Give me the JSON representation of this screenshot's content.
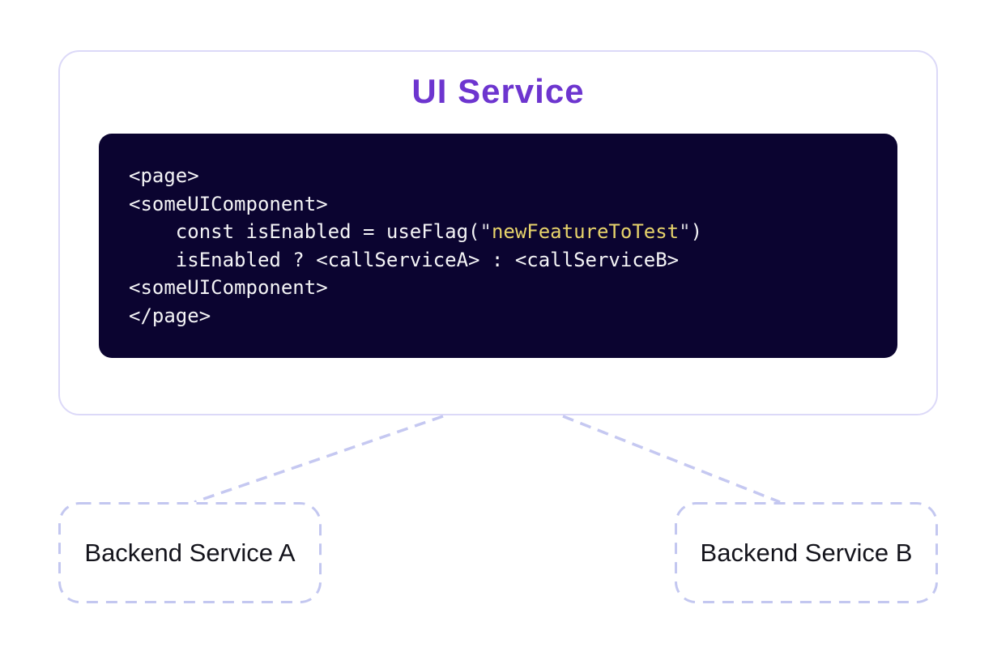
{
  "ui_service": {
    "title": "UI Service",
    "code_lines": [
      {
        "segments": [
          {
            "t": "<page>",
            "c": "plain"
          }
        ]
      },
      {
        "segments": [
          {
            "t": "<someUIComponent>",
            "c": "plain"
          }
        ]
      },
      {
        "segments": [
          {
            "t": "    const isEnabled = useFlag(",
            "c": "plain"
          },
          {
            "t": "\"",
            "c": "quote"
          },
          {
            "t": "newFeatureToTest",
            "c": "string"
          },
          {
            "t": "\"",
            "c": "quote"
          },
          {
            "t": ")",
            "c": "plain"
          }
        ]
      },
      {
        "segments": [
          {
            "t": "    isEnabled ? <callServiceA> : <callServiceB>",
            "c": "plain"
          }
        ]
      },
      {
        "segments": [
          {
            "t": "<someUIComponent>",
            "c": "plain"
          }
        ]
      },
      {
        "segments": [
          {
            "t": "</page>",
            "c": "plain"
          }
        ]
      }
    ]
  },
  "backend_a": {
    "label": "Backend Service A"
  },
  "backend_b": {
    "label": "Backend Service B"
  },
  "colors": {
    "title": "#6d35cf",
    "ui_box_border": "#dcd9f8",
    "code_background": "#0b0430",
    "code_text": "#f4f4f6",
    "code_string": "#e7d36b",
    "code_quote": "#d6d5dc",
    "connector": "#c5c8f1",
    "backend_border": "#c3c7f0",
    "backend_text": "#14141c"
  }
}
